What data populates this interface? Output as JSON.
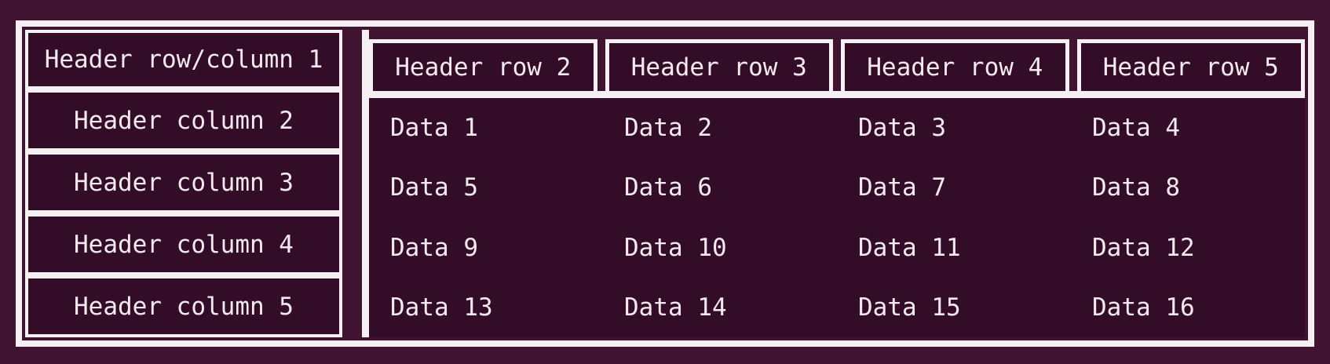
{
  "chart_data": {
    "type": "table",
    "corner_header": "Header row/column 1",
    "column_headers": [
      "Header row 2",
      "Header row 3",
      "Header row 4",
      "Header row 5"
    ],
    "row_headers": [
      "Header column 2",
      "Header column 3",
      "Header column 4",
      "Header column 5"
    ],
    "rows": [
      [
        "Data 1",
        "Data 2",
        "Data 3",
        "Data 4"
      ],
      [
        "Data 5",
        "Data 6",
        "Data 7",
        "Data 8"
      ],
      [
        "Data 9",
        "Data 10",
        "Data 11",
        "Data 12"
      ],
      [
        "Data 13",
        "Data 14",
        "Data 15",
        "Data 16"
      ]
    ]
  },
  "colors": {
    "page_background": "#401430",
    "cell_background": "#330c27",
    "border": "#f6f0f4",
    "text": "#f2eaef"
  }
}
